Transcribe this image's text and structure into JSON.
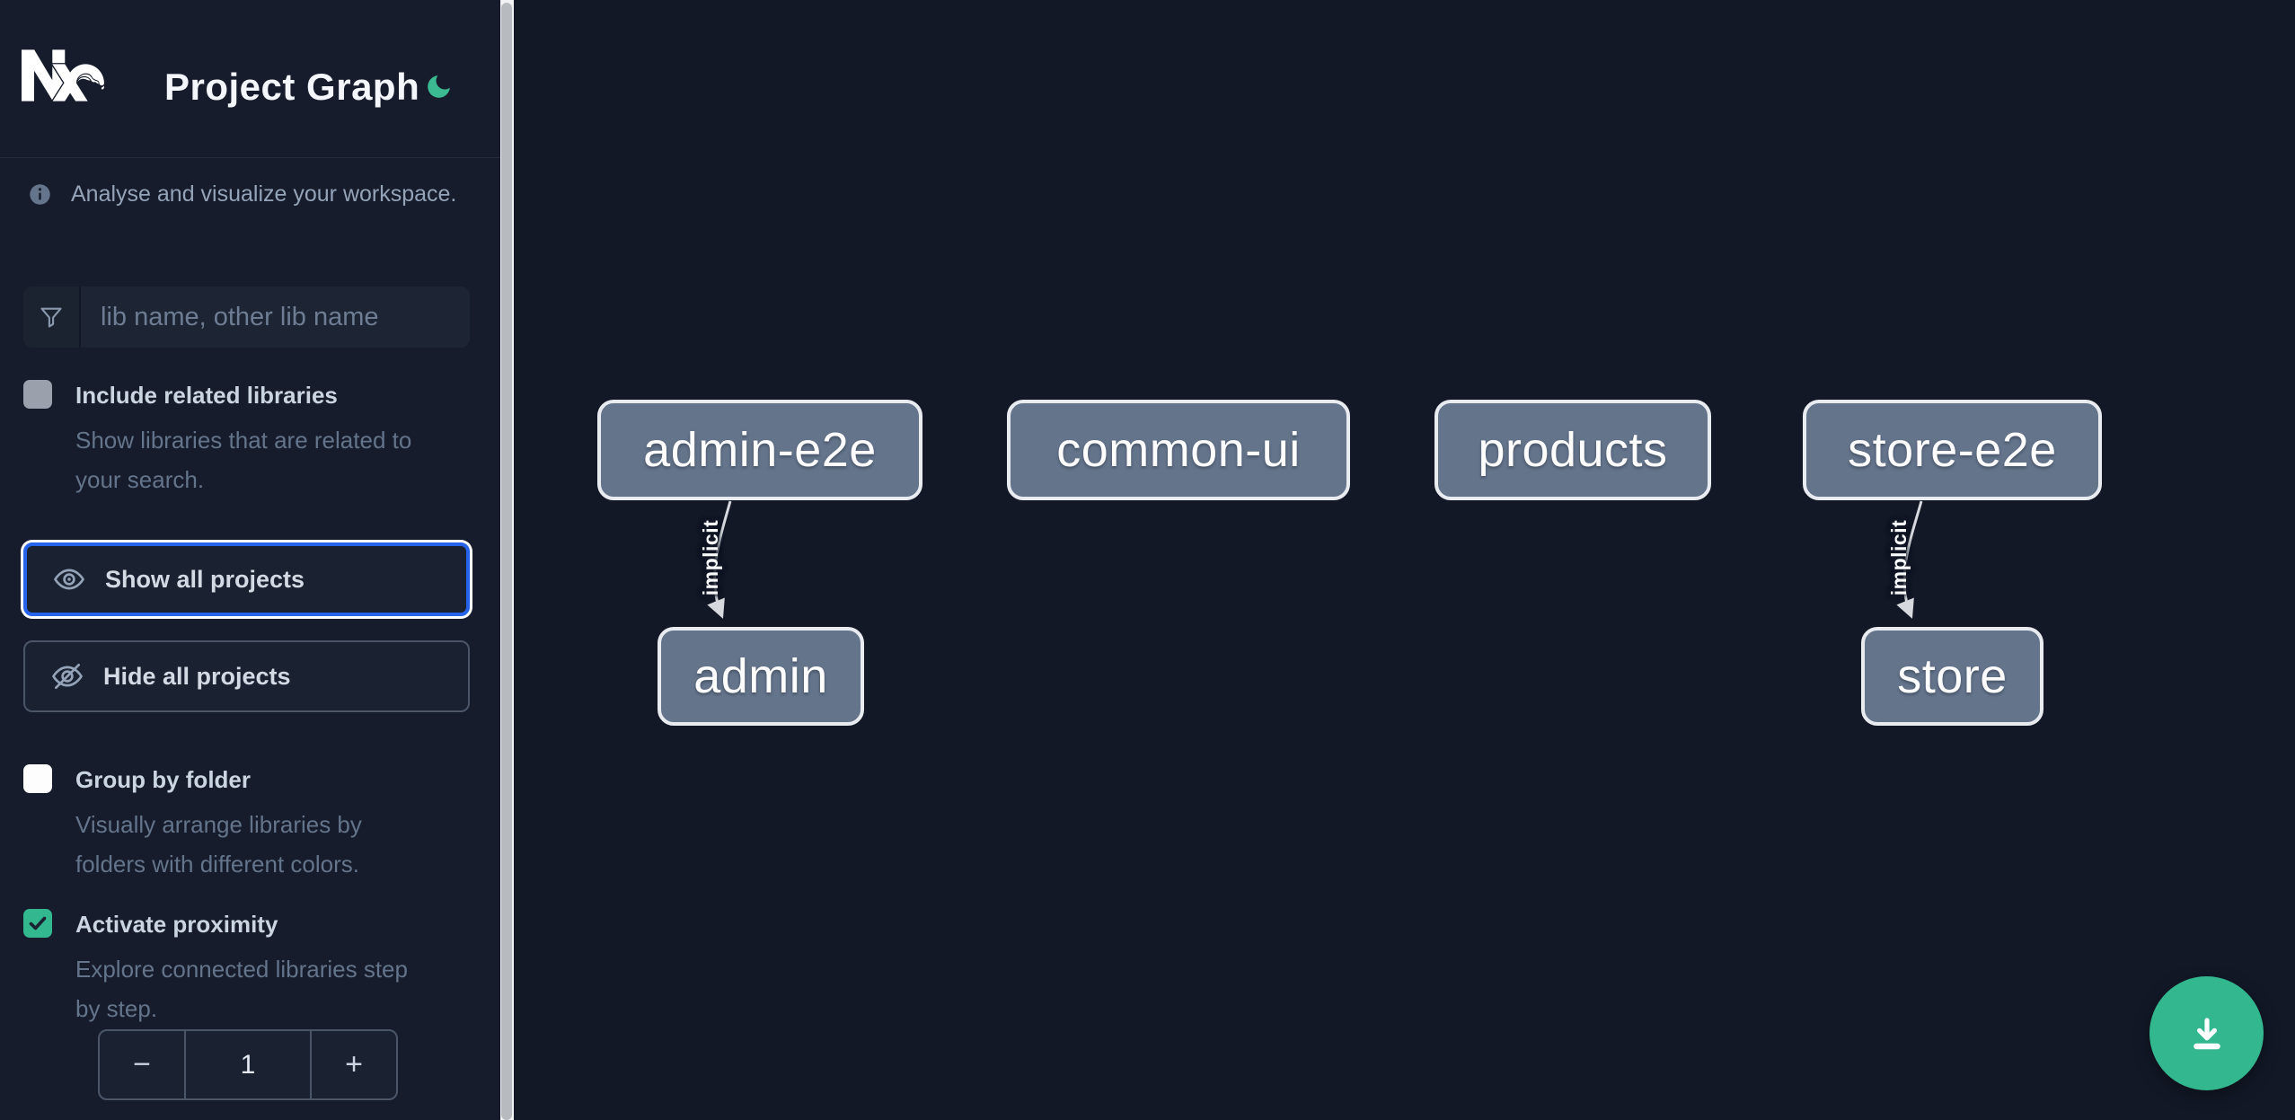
{
  "app": {
    "title": "Project Graph"
  },
  "sidebar": {
    "info_text": "Analyse and visualize your workspace.",
    "search": {
      "placeholder": "lib name, other lib name",
      "value": ""
    },
    "include_related": {
      "label": "Include related libraries",
      "checked": false,
      "description_lines": [
        "Show libraries that are related to",
        "your search."
      ]
    },
    "show_all": {
      "label": "Show all projects",
      "focused": true
    },
    "hide_all": {
      "label": "Hide all projects"
    },
    "group_by_folder": {
      "label": "Group by folder",
      "checked": false,
      "description_lines": [
        "Visually arrange libraries by",
        "folders with different colors."
      ]
    },
    "activate_proximity": {
      "label": "Activate proximity",
      "checked": true,
      "description_lines": [
        "Explore connected libraries step",
        "by step."
      ]
    },
    "proximity_stepper": {
      "decrement_label": "−",
      "value": "1",
      "increment_label": "+"
    }
  },
  "graph": {
    "nodes": [
      {
        "id": "admin-e2e",
        "label": "admin-e2e"
      },
      {
        "id": "common-ui",
        "label": "common-ui"
      },
      {
        "id": "products",
        "label": "products"
      },
      {
        "id": "store-e2e",
        "label": "store-e2e"
      },
      {
        "id": "admin",
        "label": "admin"
      },
      {
        "id": "store",
        "label": "store"
      }
    ],
    "edges": [
      {
        "source": "admin-e2e",
        "target": "admin",
        "type": "implicit",
        "label": "implicit"
      },
      {
        "source": "store-e2e",
        "target": "store",
        "type": "implicit",
        "label": "implicit"
      }
    ]
  },
  "colors": {
    "accent_green": "#33b78e",
    "focus_blue": "#2563eb",
    "node_fill": "#64748b",
    "node_border": "#e8ebef",
    "sidebar_bg": "#161c2b",
    "canvas_bg": "#121826"
  }
}
